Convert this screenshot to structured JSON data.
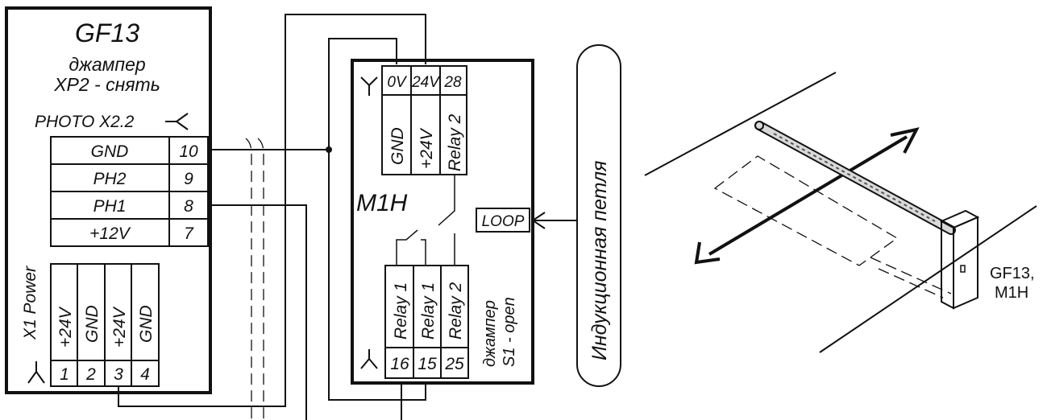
{
  "gf13": {
    "title": "GF13",
    "jumper_line1": "джампер",
    "jumper_line2": "XP2 - снять",
    "photo_label": "PHOTO X2.2",
    "terminals": [
      {
        "name": "GND",
        "num": "10"
      },
      {
        "name": "PH2",
        "num": "9"
      },
      {
        "name": "PH1",
        "num": "8"
      },
      {
        "name": "+12V",
        "num": "7"
      }
    ],
    "power_label": "X1 Power",
    "power_pins": [
      {
        "name": "+24V",
        "num": "1"
      },
      {
        "name": "GND",
        "num": "2"
      },
      {
        "name": "+24V",
        "num": "3"
      },
      {
        "name": "GND",
        "num": "4"
      }
    ]
  },
  "m1h": {
    "title": "M1H",
    "top_nums": [
      "0V",
      "24V",
      "28"
    ],
    "top_labels": [
      "GND",
      "+24V",
      "Relay 2"
    ],
    "bottom_nums": [
      "16",
      "15",
      "25"
    ],
    "bottom_labels": [
      "Relay 1",
      "Relay 1",
      "Relay 2"
    ],
    "loop_label": "LOOP",
    "jumper_line1": "джампер",
    "jumper_line2": "S1 - open"
  },
  "loop": {
    "label": "Индукционная петля"
  },
  "barrier": {
    "label_line1": "GF13,",
    "label_line2": "M1H"
  }
}
